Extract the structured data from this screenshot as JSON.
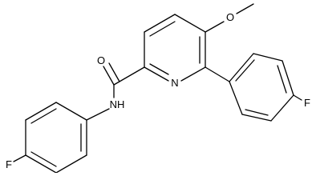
{
  "atoms": {
    "oxygen_methoxy": "O",
    "oxygen_carbonyl": "O",
    "nitrogen_pyridine": "N",
    "nitrogen_amide": "NH",
    "fluorine_right": "F",
    "fluorine_left": "F"
  },
  "colors": {
    "bond": "#000000",
    "label": "#000000",
    "background": "#ffffff"
  }
}
